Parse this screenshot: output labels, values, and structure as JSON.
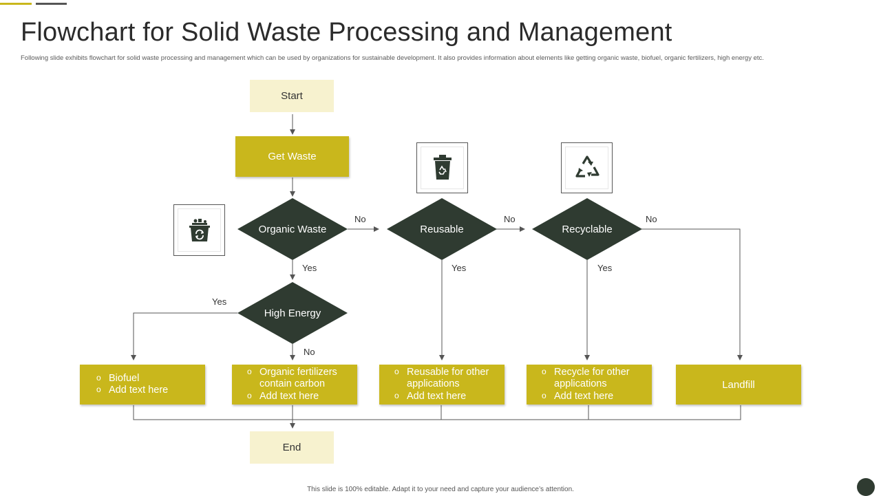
{
  "title": "Flowchart for Solid Waste Processing and Management",
  "subtitle": "Following slide exhibits flowchart for solid waste processing and management which can be used by organizations for sustainable development. It also provides information about elements like getting organic waste, biofuel, organic fertilizers, high energy etc.",
  "colors": {
    "accent_olive": "#c9b71c",
    "light_box": "#f7f2cf",
    "diamond": "#2f3b31",
    "line": "#555555"
  },
  "nodes": {
    "start": "Start",
    "get_waste": "Get Waste",
    "organic_waste": "Organic Waste",
    "reusable": "Reusable",
    "recyclable": "Recyclable",
    "high_energy": "High Energy",
    "landfill": "Landfill",
    "end": "End"
  },
  "outputs": {
    "biofuel": [
      "Biofuel",
      "Add text here"
    ],
    "fertilizers": [
      "Organic fertilizers contain carbon",
      "Add text here"
    ],
    "reusable": [
      "Reusable for other applications",
      "Add text here"
    ],
    "recycle": [
      "Recycle for other applications",
      "Add text here"
    ]
  },
  "edge_labels": {
    "organic_no": "No",
    "reusable_no": "No",
    "recyclable_no": "No",
    "organic_yes": "Yes",
    "reusable_yes": "Yes",
    "recyclable_yes": "Yes",
    "high_energy_yes": "Yes",
    "high_energy_no": "No"
  },
  "icons": {
    "organic": "organic-waste-bin-icon",
    "reusable": "recycle-bin-icon",
    "recyclable": "recycle-triangle-icon"
  },
  "footer": "This slide is 100% editable. Adapt it to your need and capture your audience’s attention."
}
